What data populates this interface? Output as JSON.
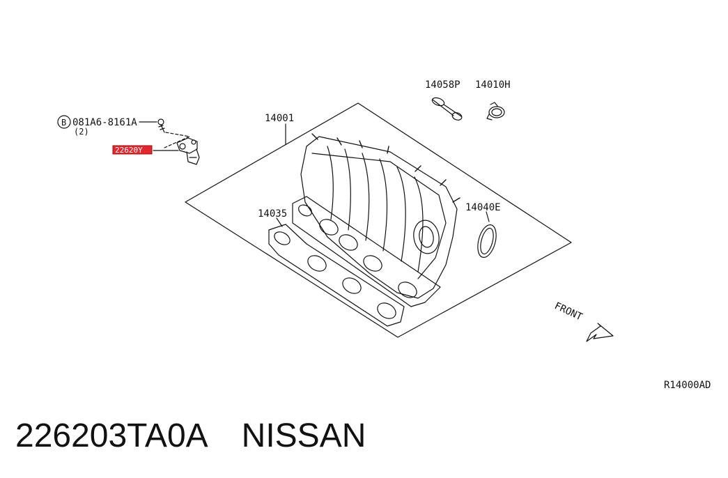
{
  "labels": {
    "bolt_part": "081A6-8161A",
    "bolt_qty": "(2)",
    "bolt_marker": "B",
    "sensor_part": "22620Y",
    "manifold": "14001",
    "hose": "14058P",
    "clamp": "14010H",
    "gasket": "14035",
    "oring": "14040E",
    "front": "FRONT",
    "diagram_code": "R14000AD"
  },
  "caption": {
    "part_number": "226203TA0A",
    "brand": "NISSAN"
  },
  "colors": {
    "line": "#111111",
    "highlight": "#e0282e",
    "background": "#ffffff"
  }
}
